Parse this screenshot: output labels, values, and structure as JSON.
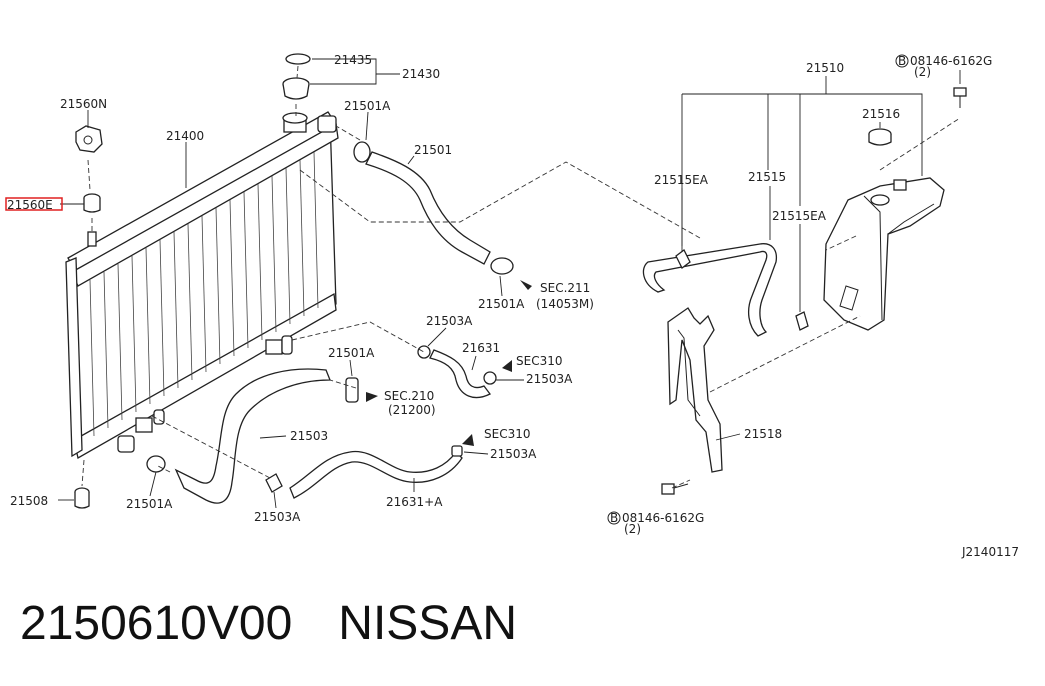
{
  "diagram": {
    "labels": {
      "p21435": "21435",
      "p21430": "21430",
      "p21560N": "21560N",
      "p21400": "21400",
      "p21501A_top": "21501A",
      "p21501": "21501",
      "p21560E": "21560E",
      "sec211": "SEC.211",
      "sec211_ref": "(14053M)",
      "p21501A_r": "21501A",
      "p21503A_1": "21503A",
      "p21501A_m": "21501A",
      "p21631": "21631",
      "sec310_1": "SEC310",
      "p21503A_2": "21503A",
      "sec210": "SEC.210",
      "sec210_ref": "(21200)",
      "p21503": "21503",
      "sec310_2": "SEC310",
      "p21503A_3": "21503A",
      "p21508": "21508",
      "p21501A_b": "21501A",
      "p21503A_b": "21503A",
      "p21631A": "21631+A",
      "p21510": "21510",
      "bolt_top": "08146-6162G",
      "bolt_top_qty": "(2)",
      "p21516": "21516",
      "p21515EA_1": "21515EA",
      "p21515": "21515",
      "p21515EA_2": "21515EA",
      "p21518": "21518",
      "bolt_bot": "08146-6162G",
      "bolt_bot_qty": "(2)",
      "ref_code": "J2140117",
      "bolt_mark": "B"
    }
  },
  "caption": {
    "part_number": "2150610V00",
    "brand": "NISSAN"
  },
  "highlight_color": "#e02020"
}
